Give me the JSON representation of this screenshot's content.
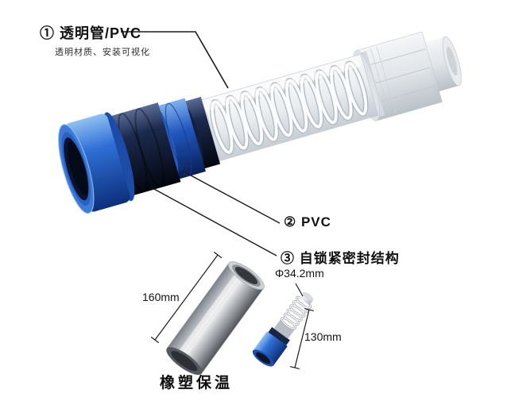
{
  "callouts": {
    "part1": {
      "label": "① 透明管/PVC",
      "subtitle": "透明材质、安装可视化"
    },
    "part2": {
      "label": "② PVC"
    },
    "part3": {
      "label": "③ 自锁紧密封结构"
    }
  },
  "dimensions": {
    "insulation_tube_length": "160mm",
    "connector_diameter": "Φ34.2mm",
    "connector_length": "130mm"
  },
  "caption": {
    "text": "橡塑保温"
  },
  "colors": {
    "accent_blue": "#2f6fd6",
    "navy": "#101c38",
    "clear_gray": "#e8ecef",
    "steel": "#c6cbd1",
    "line": "#1a1a1a"
  }
}
